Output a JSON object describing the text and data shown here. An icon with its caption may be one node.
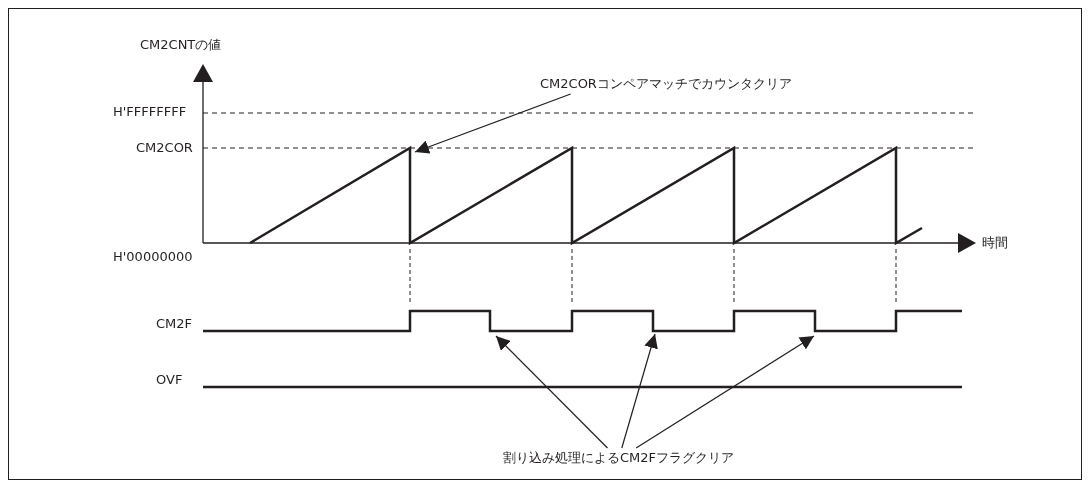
{
  "diagram": {
    "nodes": [
      {
        "text": [
          "CM2CORコンペアマッチでカウンタクリア"
        ]
      },
      {
        "text": [
          "割り込み処理によるCM2Fフラグクリア"
        ]
      },
      {
        "text": [],
        "shape": "line"
      },
      {
        "text": [],
        "shape": "line",
        "beside": [
          "CM2F"
        ]
      }
    ],
    "edges": [
      {
        "from": 0,
        "to": 2,
        "arrow": "to"
      },
      {
        "from": 1,
        "to": 3,
        "arrow": "to"
      },
      {
        "from": 1,
        "to": 3,
        "arrow": "to"
      },
      {
        "from": 1,
        "to": 3,
        "arrow": "to"
      }
    ],
    "labels": [
      "CM2CNTの値",
      "H'FFFFFFFF",
      "CM2COR",
      "H'00000000",
      "時間",
      "OVF"
    ]
  }
}
